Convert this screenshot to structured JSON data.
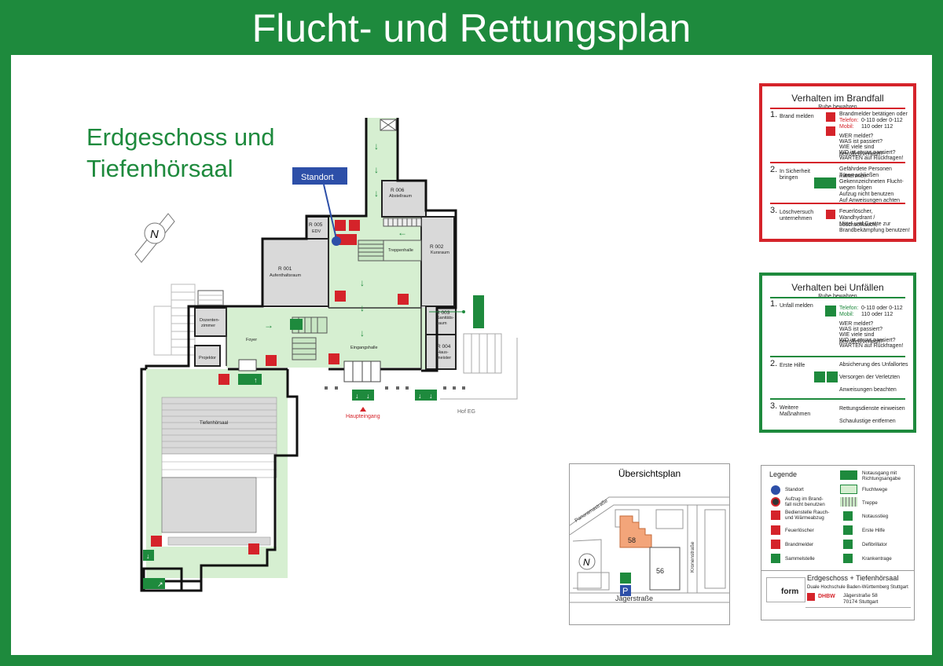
{
  "title": "Flucht- und Rettungsplan",
  "heading": {
    "line1": "Erdgeschoss und",
    "line2": "Tiefenhörsaal"
  },
  "colors": {
    "green": "#1e8a3d",
    "red": "#d5232a",
    "blue": "#2d4fa8",
    "room_green": "#d6efd1",
    "room_gray": "#d9d9d9"
  },
  "plan": {
    "standort_label": "Standort",
    "rooms": {
      "r006": {
        "num": "R 006",
        "name": "Abstellraum"
      },
      "r005": {
        "num": "R 005",
        "name": "EDV"
      },
      "treppenhalle": "Treppenhalle",
      "r002": {
        "num": "R 002",
        "name": "Kursraum"
      },
      "r001": {
        "num": "R 001",
        "name": "Aufenthaltsraum"
      },
      "r003": {
        "num": "R 003",
        "name1": "Sanitäts-",
        "name2": "raum"
      },
      "r004": {
        "num": "R 004",
        "name1": "Haus-",
        "name2": "meister"
      },
      "dozentenzimmer": {
        "l1": "Dozenten-",
        "l2": "zimmer"
      },
      "projektor": "Projektor",
      "foyer": "Foyer",
      "eingangshalle": "Eingangshalle",
      "tiefenhoersaal": "Tiefenhörsaal"
    },
    "haupteingang": "Haupteingang",
    "hof": "Hof EG"
  },
  "brandfall": {
    "title": "Verhalten im Brandfall",
    "subtitle": "Ruhe bewahren",
    "step1": {
      "num": "1.",
      "label": "Brand melden",
      "t1": "Brandmelder betätigen oder",
      "tel_label": "Telefon:",
      "tel": "0-110 oder 0-112",
      "mob_label": "Mobil:",
      "mob": "110 oder 112",
      "q1": "WER meldet?",
      "q2": "WAS ist passiert?",
      "q3": "WIE viele sind betroffen/verletzt?",
      "q4": "WO ist etwas passiert?",
      "q5": "WARTEN auf Rückfragen!"
    },
    "step2": {
      "num": "2.",
      "label1": "In Sicherheit",
      "label2": "bringen",
      "t1": "Gefährdete Personen mitnehmen",
      "t2": "Türen schließen",
      "t3": "Gekennzeichneten Flucht-",
      "t4": "wegen folgen",
      "t5": "Aufzug nicht benutzen",
      "t6": "Auf Anweisungen achten"
    },
    "step3": {
      "num": "3.",
      "label1": "Löschversuch",
      "label2": "unternehmen",
      "t1": "Feuerlöscher,",
      "t2": "Wandhydrant / Löschschlauch,",
      "t3": "Mittel und Geräte zur",
      "t4": "Brandbekämpfung benutzen!"
    }
  },
  "unfaelle": {
    "title": "Verhalten bei Unfällen",
    "subtitle": "Ruhe bewahren",
    "step1": {
      "num": "1.",
      "label": "Unfall melden",
      "tel_label": "Telefon:",
      "tel": "0-110 oder 0-112",
      "mob_label": "Mobil:",
      "mob": "110 oder 112",
      "q1": "WER meldet?",
      "q2": "WAS ist passiert?",
      "q3": "WIE viele sind betroffen/verletzt?",
      "q4": "WO ist etwas passiert?",
      "q5": "WARTEN auf Rückfragen!"
    },
    "step2": {
      "num": "2.",
      "label": "Erste Hilfe",
      "t1": "Absicherung des Unfallortes",
      "t2": "Versorgen der Verletzten",
      "t3": "Anweisungen beachten"
    },
    "step3": {
      "num": "3.",
      "label1": "Weitere",
      "label2": "Maßnahmen",
      "t1": "Rettungsdienste einweisen",
      "t2": "Schaulustige entfernen"
    }
  },
  "overview": {
    "title": "Übersichtsplan",
    "street1": "Panoramastraße",
    "street2": "Kronenstraße",
    "street3": "Jägerstraße",
    "bldg1": "58",
    "bldg2": "56",
    "parking": "P"
  },
  "legend": {
    "title": "Legende",
    "items": [
      {
        "label": "Standort"
      },
      {
        "label1": "Aufzug im Brand-",
        "label2": "fall nicht benutzen"
      },
      {
        "label1": "Bedienstelle Rauch-",
        "label2": "und Wärmeabzug"
      },
      {
        "label": "Feuerlöscher"
      },
      {
        "label": "Brandmelder"
      },
      {
        "label": "Sammelstelle"
      },
      {
        "label1": "Notausgang mit",
        "label2": "Richtungsangabe"
      },
      {
        "label": "Fluchtwege"
      },
      {
        "label": "Treppe"
      },
      {
        "label": "Notausstieg"
      },
      {
        "label": "Erste Hilfe"
      },
      {
        "label": "Defibrillator"
      },
      {
        "label": "Krankentrage"
      }
    ]
  },
  "titleblock": {
    "title": "Erdgeschoss + Tiefenhörsaal",
    "org": "Duale Hochschule Baden-Württemberg Stuttgart",
    "brand": "DHBW",
    "street": "Jägerstraße 58",
    "city": "70174 Stuttgart",
    "logo": "form"
  }
}
